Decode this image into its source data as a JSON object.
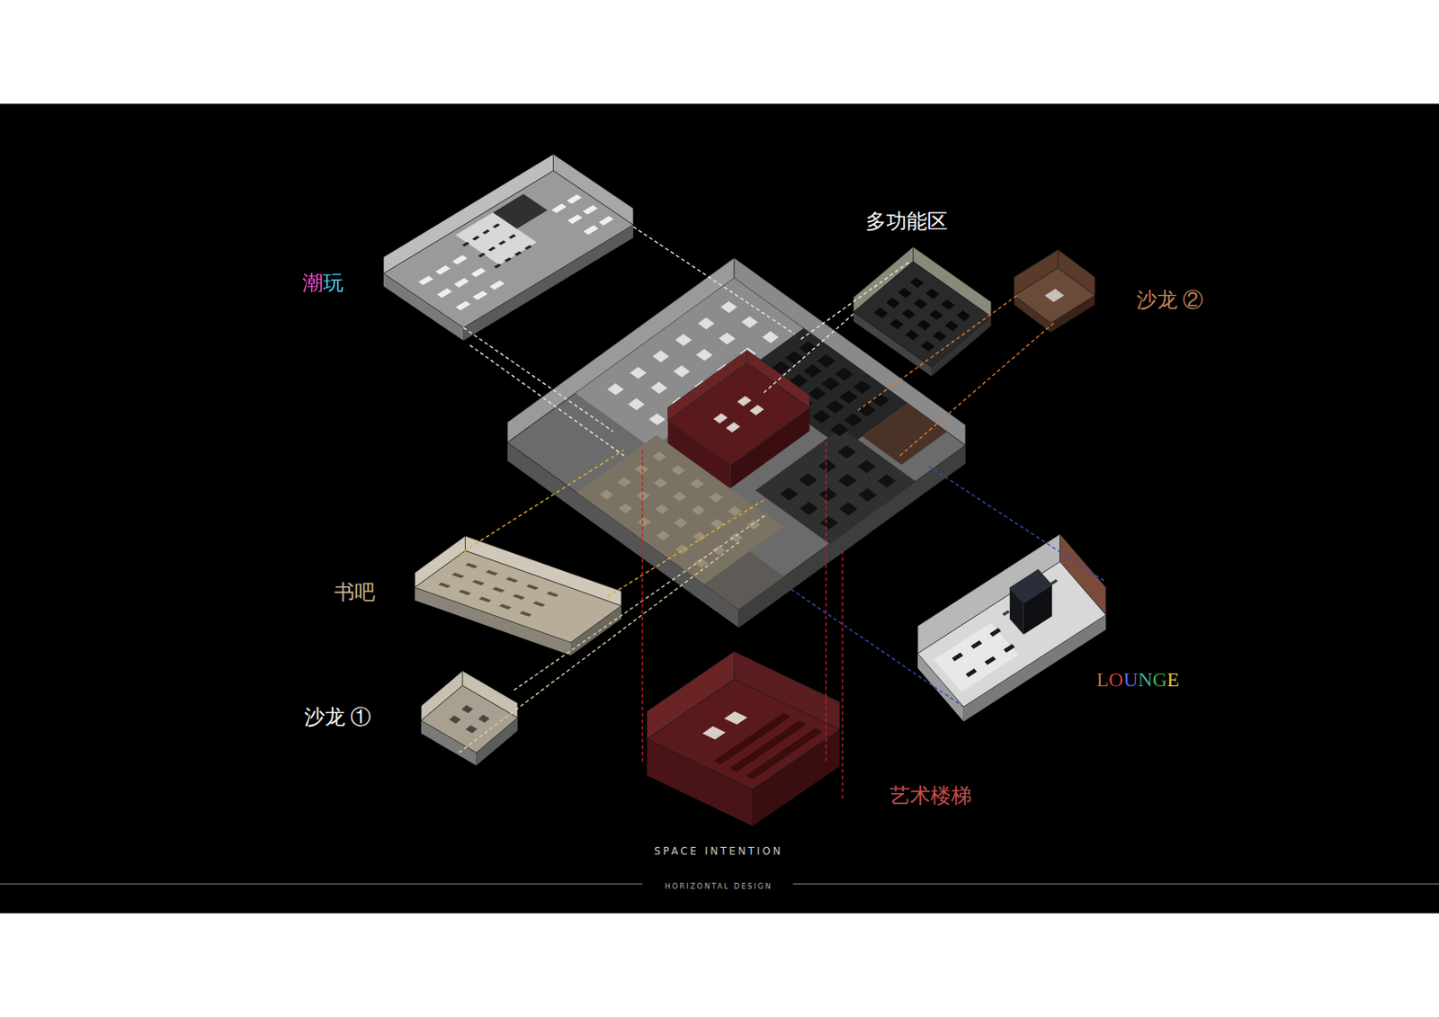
{
  "diagram": {
    "labels": [
      "潮玩",
      "多功能区",
      "沙龙 ②",
      "书吧",
      "沙龙 ①",
      "LOUNGE",
      "艺术楼梯",
      "SPACE INTENTION",
      "HORIZONTAL DESIGN"
    ]
  }
}
